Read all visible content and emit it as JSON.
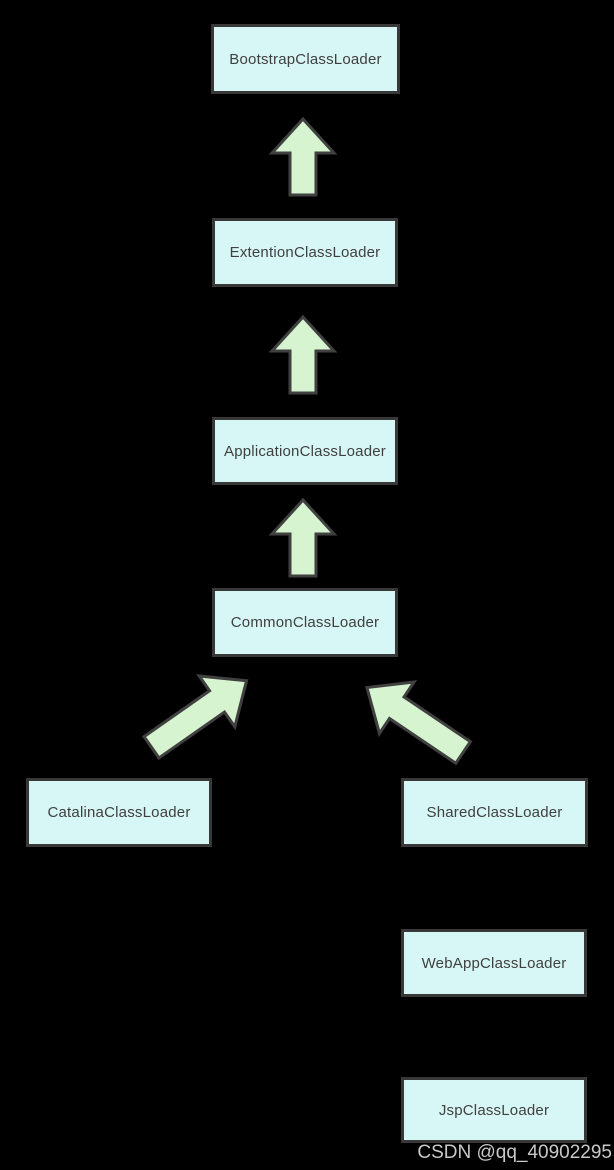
{
  "diagram": {
    "type": "flowchart",
    "topic": "Tomcat class loader hierarchy",
    "nodes": [
      {
        "id": "bootstrap",
        "label": "BootstrapClassLoader"
      },
      {
        "id": "extention",
        "label": "ExtentionClassLoader"
      },
      {
        "id": "application",
        "label": "ApplicationClassLoader"
      },
      {
        "id": "common",
        "label": "CommonClassLoader"
      },
      {
        "id": "catalina",
        "label": "CatalinaClassLoader"
      },
      {
        "id": "shared",
        "label": "SharedClassLoader"
      },
      {
        "id": "webapp",
        "label": "WebAppClassLoader"
      },
      {
        "id": "jsp",
        "label": "JspClassLoader"
      }
    ],
    "edges": [
      {
        "from": "ExtentionClassLoader",
        "to": "BootstrapClassLoader",
        "direction": "up"
      },
      {
        "from": "ApplicationClassLoader",
        "to": "ExtentionClassLoader",
        "direction": "up"
      },
      {
        "from": "CommonClassLoader",
        "to": "ApplicationClassLoader",
        "direction": "up"
      },
      {
        "from": "CatalinaClassLoader",
        "to": "CommonClassLoader",
        "direction": "up-right"
      },
      {
        "from": "SharedClassLoader",
        "to": "CommonClassLoader",
        "direction": "up-left"
      }
    ],
    "colors": {
      "background": "#000000",
      "node_fill": "#d7f7f6",
      "node_border": "#383838",
      "node_text": "#404040",
      "arrow_fill": "#d6f4cf",
      "arrow_border": "#404040",
      "watermark_text": "#c9c9c9"
    },
    "watermark": "CSDN @qq_40902295"
  }
}
